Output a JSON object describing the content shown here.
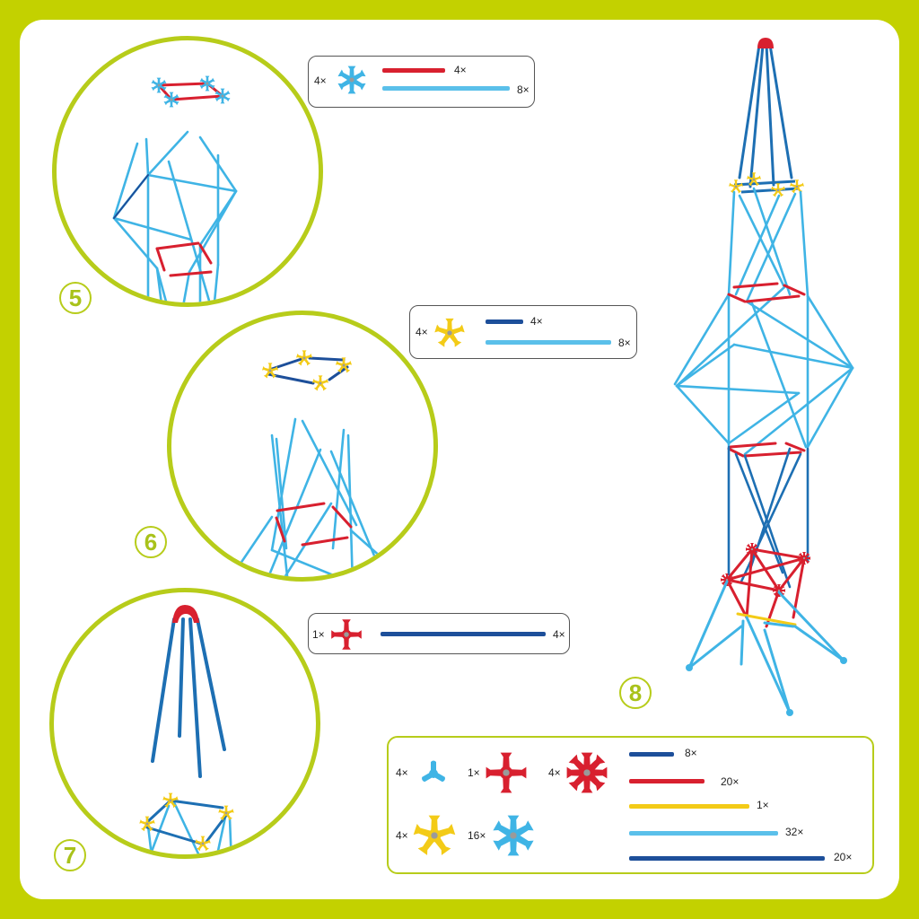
{
  "colors": {
    "frame_green": "#c3d100",
    "circle_green": "#b7cc1a",
    "rod_red": "#d8202f",
    "rod_light_blue": "#5bc0ea",
    "rod_dark_blue": "#1d4f9a",
    "rod_yellow": "#f3cb17",
    "connector_light_blue": "#3fb4e5",
    "connector_yellow": "#f3cb17",
    "connector_red": "#d8202f"
  },
  "steps": [
    {
      "number": "5",
      "parts": {
        "connectors": [
          {
            "qty": "4×",
            "icon": "light-blue-6-arm-connector"
          }
        ],
        "rods": [
          {
            "qty": "4×",
            "color": "red",
            "length": "short"
          },
          {
            "qty": "8×",
            "color": "light-blue",
            "length": "long"
          }
        ]
      }
    },
    {
      "number": "6",
      "parts": {
        "connectors": [
          {
            "qty": "4×",
            "icon": "yellow-5-arm-connector"
          }
        ],
        "rods": [
          {
            "qty": "4×",
            "color": "dark-blue",
            "length": "short"
          },
          {
            "qty": "8×",
            "color": "light-blue",
            "length": "long"
          }
        ]
      }
    },
    {
      "number": "7",
      "parts": {
        "connectors": [
          {
            "qty": "1×",
            "icon": "red-4-arm-connector"
          }
        ],
        "rods": [
          {
            "qty": "4×",
            "color": "dark-blue",
            "length": "long"
          }
        ]
      }
    },
    {
      "number": "8",
      "caption": "completed tower"
    }
  ],
  "summary": {
    "connectors": [
      {
        "qty": "4×",
        "icon": "light-blue-3-arm-connector"
      },
      {
        "qty": "1×",
        "icon": "red-4-arm-connector"
      },
      {
        "qty": "4×",
        "icon": "red-8-arm-connector"
      },
      {
        "qty": "4×",
        "icon": "yellow-5-arm-connector"
      },
      {
        "qty": "16×",
        "icon": "light-blue-6-arm-connector"
      }
    ],
    "rods": [
      {
        "qty": "8×",
        "color": "dark-blue"
      },
      {
        "qty": "20×",
        "color": "red"
      },
      {
        "qty": "1×",
        "color": "yellow"
      },
      {
        "qty": "32×",
        "color": "light-blue"
      },
      {
        "qty": "20×",
        "color": "dark-blue"
      }
    ]
  }
}
